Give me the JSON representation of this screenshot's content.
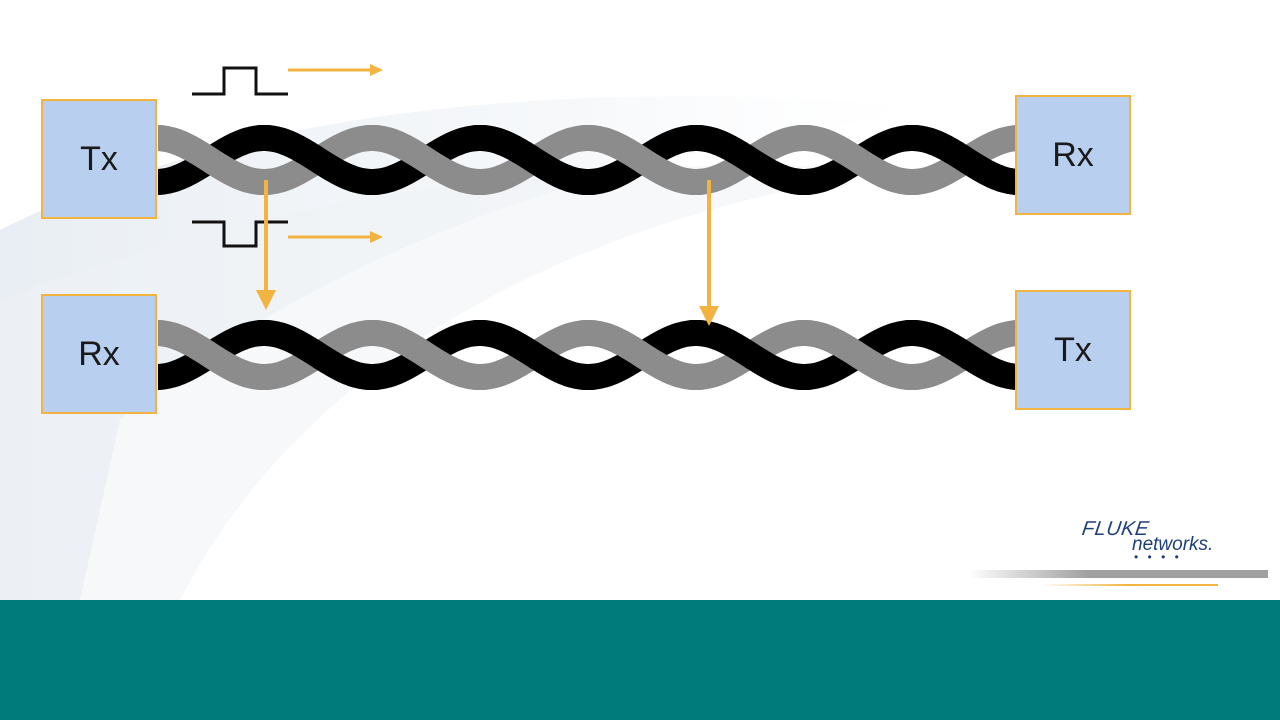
{
  "top_pair": {
    "left_label": "Tx",
    "right_label": "Rx"
  },
  "bottom_pair": {
    "left_label": "Rx",
    "right_label": "Tx"
  },
  "logo": {
    "brand": "FLUKE",
    "sub": "networks.",
    "dots": "• • • •"
  },
  "colors": {
    "box_fill": "#b8cff0",
    "box_border": "#f2b340",
    "wire_dark": "#000000",
    "wire_light": "#8c8c8c",
    "arrow": "#f2b340",
    "footer": "#007b7b",
    "logo": "#1e3f7a"
  }
}
